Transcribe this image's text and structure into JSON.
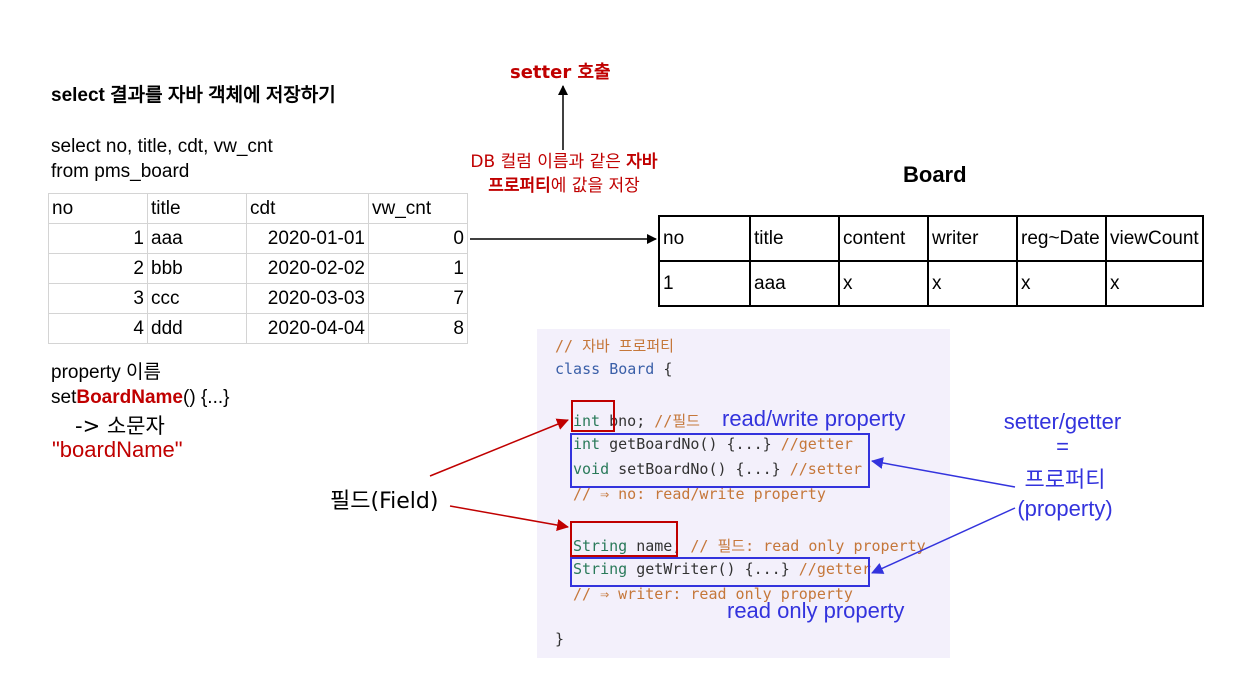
{
  "title": "select 결과를 자바 객체에 저장하기",
  "sql": {
    "line1": "select no, title, cdt, vw_cnt",
    "line2": "from pms_board"
  },
  "result_table": {
    "headers": [
      "no",
      "title",
      "cdt",
      "vw_cnt"
    ],
    "rows": [
      [
        "1",
        "aaa",
        "2020-01-01",
        "0"
      ],
      [
        "2",
        "bbb",
        "2020-02-02",
        "1"
      ],
      [
        "3",
        "ccc",
        "2020-03-03",
        "7"
      ],
      [
        "4",
        "ddd",
        "2020-04-04",
        "8"
      ]
    ]
  },
  "property_note": {
    "line1_prefix": "property ",
    "line1_suffix": "이름",
    "line2_prefix": "set",
    "line2_highlight": "BoardName",
    "line2_suffix": "() {...}",
    "line3": "-> 소문자",
    "line4": "\"boardName\""
  },
  "setter_call": "setter 호출",
  "db_note": {
    "line1_normal": "DB 컬럼 이름과 같은 ",
    "line1_bold": "자바",
    "line2_bold": "프로퍼티",
    "line2_normal": "에 값을 저장"
  },
  "board": {
    "title": "Board",
    "headers": [
      "no",
      "title",
      "content",
      "writer",
      "reg~Date",
      "viewCount"
    ],
    "row": [
      "1",
      "aaa",
      "x",
      "x",
      "x",
      "x"
    ]
  },
  "code": {
    "l1": "// 자바 프로퍼티",
    "l2_kw": "class ",
    "l2_cls": "Board",
    "l2_end": " {",
    "l3_type": "int",
    "l3_name": " bno;",
    "l3_cmt": " //필드",
    "l4_type": "int",
    "l4_rest": " getBoardNo() {...}",
    "l4_cmt": " //getter",
    "l5_type": "void",
    "l5_rest": " setBoardNo() {...}",
    "l5_cmt": " //setter",
    "l6": "// ⇒ no: read/write property",
    "l7_type": "String",
    "l7_name": " name;",
    "l7_cmt": " // 필드: read only property",
    "l8_type": "String",
    "l8_rest": " getWriter() {...}",
    "l8_cmt": " //getter",
    "l9": "// ⇒ writer: read only property",
    "l10": "}"
  },
  "labels": {
    "read_write": "read/write property",
    "read_only": "read only property",
    "field": "필드(Field)",
    "setter_getter": "setter/getter",
    "equals": "=",
    "property_ko": "프로퍼티",
    "property_en": "(property)"
  },
  "colors": {
    "red": "#c00000",
    "blue": "#3333dd",
    "code_bg": "#f3f0fb"
  }
}
